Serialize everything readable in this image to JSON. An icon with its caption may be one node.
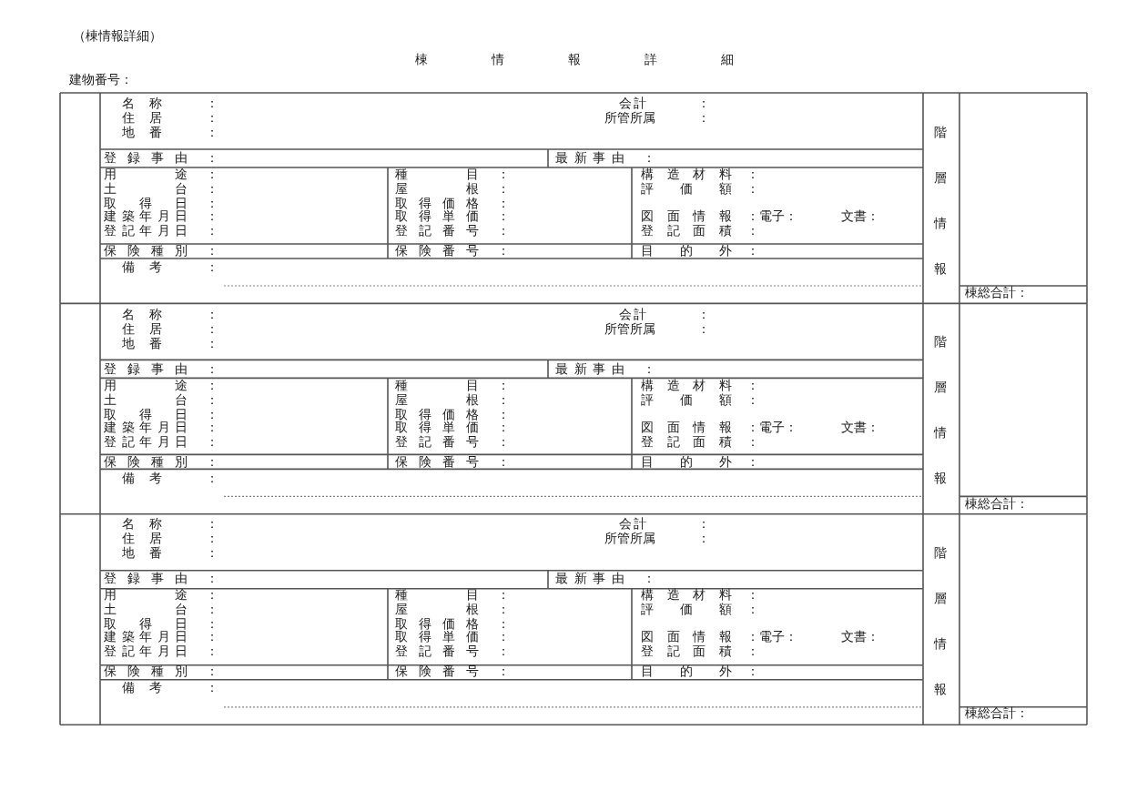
{
  "diagram": {
    "title": "棟情報詳細",
    "labels": [
      "（棟情報詳細）",
      "建物番号：",
      "名称",
      "：",
      "会計",
      "：",
      "住居",
      "：",
      "所管所属",
      "：",
      "地番",
      "：",
      "登録事由",
      "：",
      "最新事由",
      "：",
      "用途",
      "：",
      "種目",
      "：",
      "構造材料",
      "：",
      "土台",
      "：",
      "屋根",
      "：",
      "評価額",
      "：",
      "取得日",
      "：",
      "取得価格",
      "：",
      "建築年月日",
      "：",
      "取得単価",
      "：",
      "図面情報",
      "：",
      "電子：",
      "文書：",
      "登記年月日",
      "：",
      "登記番号",
      "：",
      "登記面積",
      "：",
      "保険種別",
      "：",
      "保険番号",
      "：",
      "目的外",
      "：",
      "備考",
      "：",
      "階層情報",
      "棟総合計：",
      "名称",
      "：",
      "会計",
      "：",
      "住居",
      "：",
      "所管所属",
      "：",
      "地番",
      "：",
      "登録事由",
      "：",
      "最新事由",
      "：",
      "用途",
      "：",
      "種目",
      "：",
      "構造材料",
      "：",
      "土台",
      "：",
      "屋根",
      "：",
      "評価額",
      "：",
      "取得日",
      "：",
      "取得価格",
      "：",
      "建築年月日",
      "：",
      "取得単価",
      "：",
      "図面情報",
      "：",
      "電子：",
      "文書：",
      "登記年月日",
      "：",
      "登記番号",
      "：",
      "登記面積",
      "：",
      "保険種別",
      "：",
      "保険番号",
      "：",
      "目的外",
      "：",
      "備考",
      "：",
      "階層情報",
      "棟総合計：",
      "名称",
      "：",
      "会計",
      "：",
      "住居",
      "：",
      "所管所属",
      "：",
      "地番",
      "：",
      "登録事由",
      "：",
      "最新事由",
      "：",
      "用途",
      "：",
      "種目",
      "：",
      "構造材料",
      "：",
      "土台",
      "：",
      "屋根",
      "：",
      "評価額",
      "：",
      "取得日",
      "：",
      "取得価格",
      "：",
      "建築年月日",
      "：",
      "取得単価",
      "：",
      "図面情報",
      "：",
      "電子：",
      "文書：",
      "登記年月日",
      "：",
      "登記番号",
      "：",
      "登記面積",
      "：",
      "保険種別",
      "：",
      "保険番号",
      "：",
      "目的外",
      "：",
      "備考",
      "：",
      "階層情報",
      "棟総合計："
    ]
  }
}
